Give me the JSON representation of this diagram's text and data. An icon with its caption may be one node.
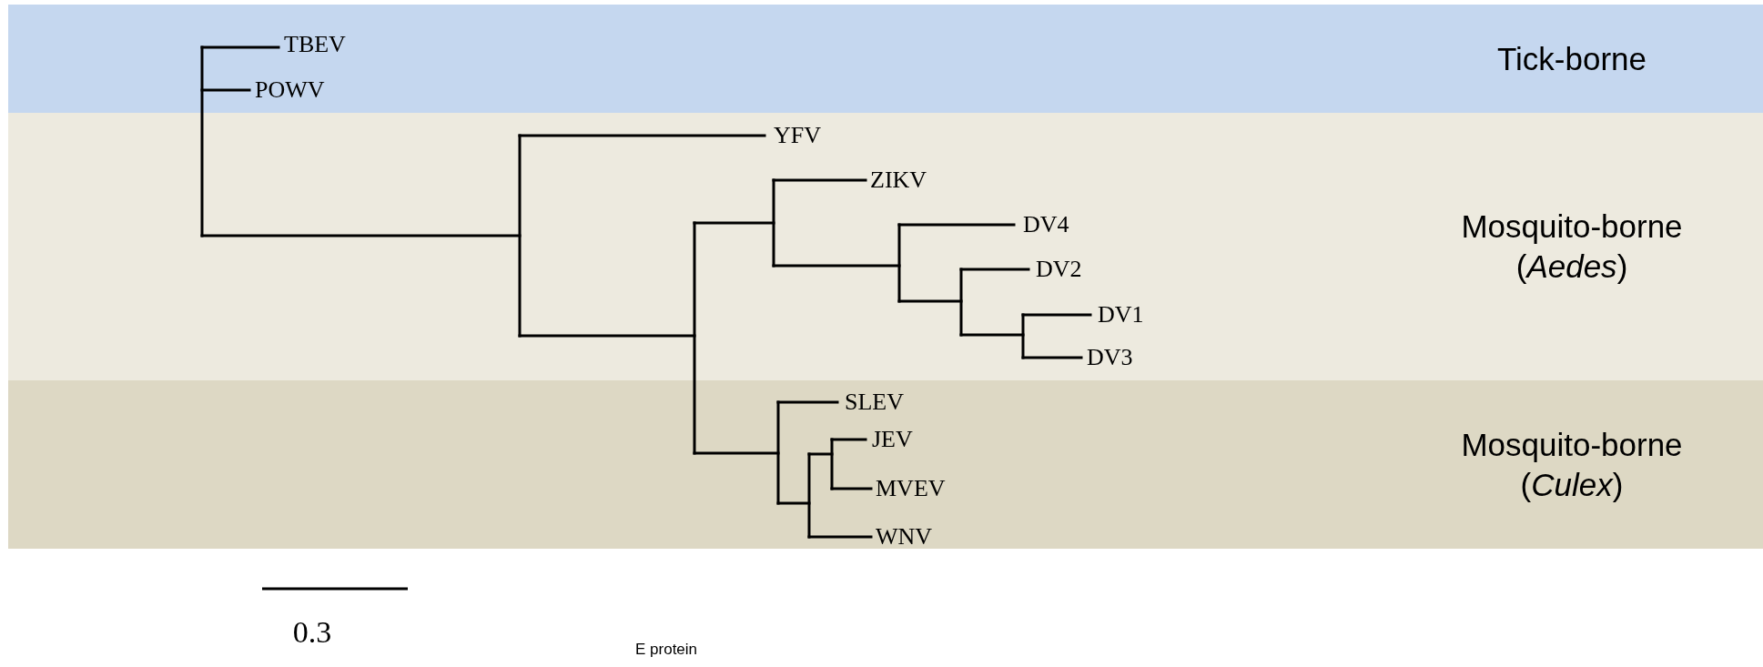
{
  "diagram": {
    "nodes": [
      {
        "text": [
          "Tick-borne"
        ]
      },
      {
        "text": [
          "Mosquito-borne (*Aedes*)"
        ]
      },
      {
        "text": [
          "Mosquito-borne (*Culex*)"
        ]
      }
    ],
    "edges": [],
    "labels": [
      "TBEV",
      "POWV",
      "YFV",
      "ZIKV",
      "DV4",
      "DV2",
      "DV1",
      "DV3",
      "SLEV",
      "JEV",
      "MVEV",
      "WNV",
      "0.3",
      "E protein"
    ]
  }
}
